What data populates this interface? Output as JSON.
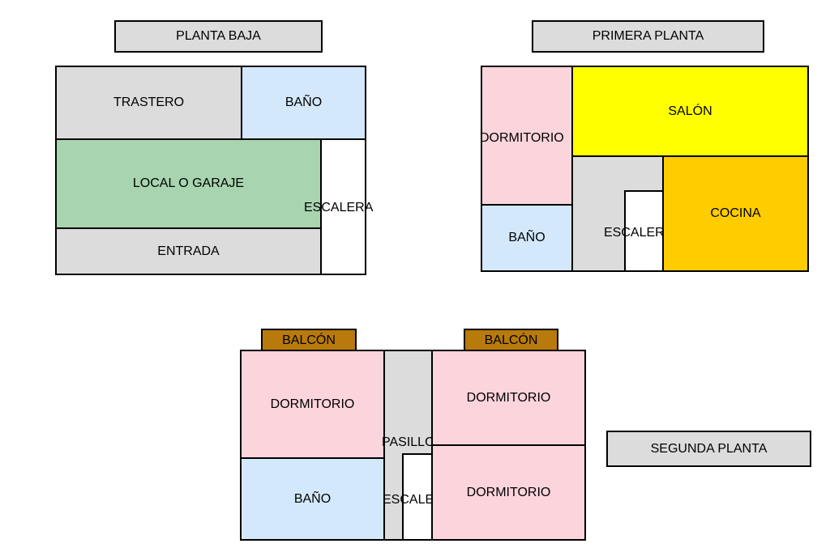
{
  "planta_baja": {
    "title": "PLANTA BAJA",
    "trastero": "TRASTERO",
    "bano": "BAÑO",
    "local": "LOCAL O GARAJE",
    "escalera": "ESCALERA",
    "entrada": "ENTRADA"
  },
  "primera_planta": {
    "title": "PRIMERA PLANTA",
    "dormitorio": "DORMITORIO",
    "salon": "SALÓN",
    "bano": "BAÑO",
    "escalera": "ESCALERA",
    "cocina": "COCINA"
  },
  "segunda_planta": {
    "title": "SEGUNDA PLANTA",
    "balcon_left": "BALCÓN",
    "balcon_right": "BALCÓN",
    "dormitorio_left": "DORMITORIO",
    "bano": "BAÑO",
    "pasillo": "PASILLO",
    "escalera": "ESCALE",
    "dormitorio_top_right": "DORMITORIO",
    "dormitorio_bottom_right": "DORMITORIO"
  },
  "colors": {
    "gray": "#dcdcdc",
    "blue": "#d4e8fb",
    "green": "#a8d5b0",
    "pink": "#fcd4dc",
    "yellow": "#ffff00",
    "orange": "#ffcc00",
    "brown": "#b97a0c"
  }
}
